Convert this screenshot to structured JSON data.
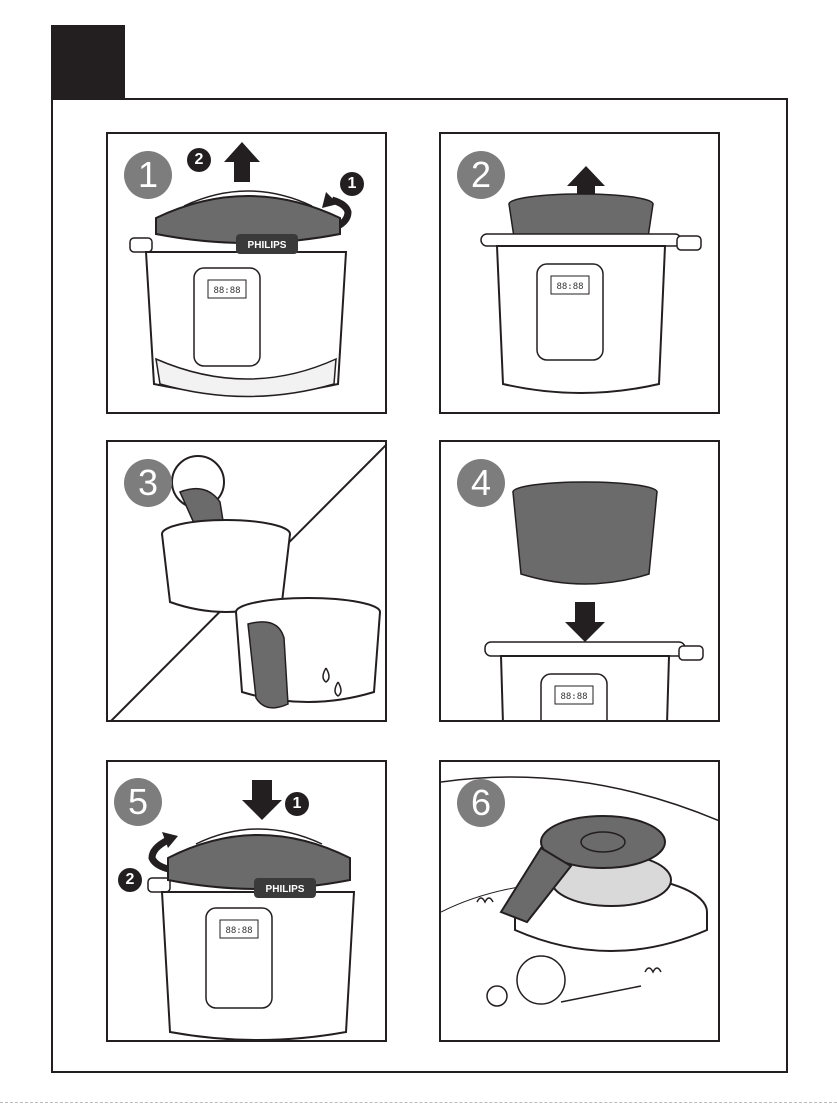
{
  "panels": [
    {
      "step": "1",
      "subs": [
        "2",
        "1"
      ],
      "brand": "PHILIPS",
      "display": "88:88"
    },
    {
      "step": "2",
      "display": "88:88"
    },
    {
      "step": "3"
    },
    {
      "step": "4",
      "display": "88:88"
    },
    {
      "step": "5",
      "subs": [
        "1",
        "2"
      ],
      "brand": "PHILIPS",
      "display": "88:88"
    },
    {
      "step": "6"
    }
  ],
  "colors": {
    "ink": "#231f20",
    "gray": "#7d7d7d",
    "lid": "#6b6b6b"
  }
}
